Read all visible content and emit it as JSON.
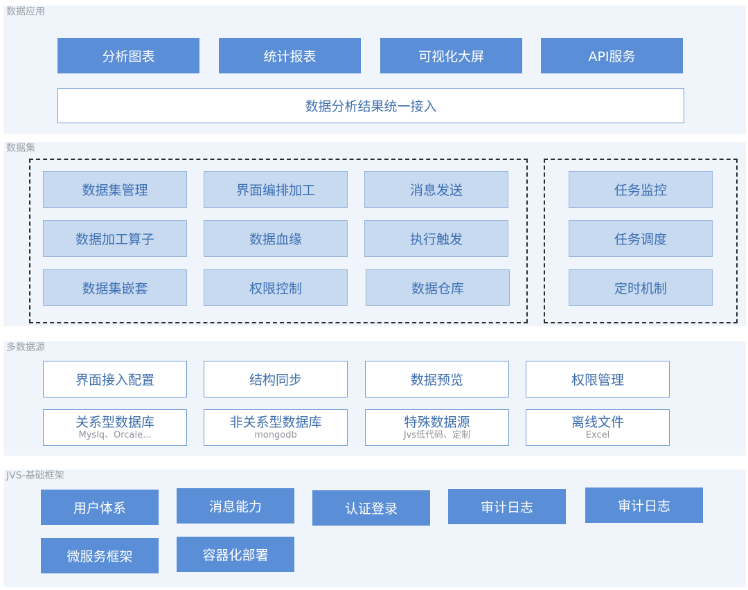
{
  "app": {
    "title": "数据应用",
    "items": [
      "分析图表",
      "统计报表",
      "可视化大屏",
      "API服务"
    ],
    "unified": "数据分析结果统一接入"
  },
  "dataset": {
    "title": "数据集",
    "grid": [
      [
        "数据集管理",
        "界面编排加工",
        "消息发送"
      ],
      [
        "数据加工算子",
        "数据血缘",
        "执行触发"
      ],
      [
        "数据集嵌套",
        "权限控制",
        "数据仓库"
      ]
    ],
    "tasks": [
      "任务监控",
      "任务调度",
      "定时机制"
    ]
  },
  "sources": {
    "title": "多数据源",
    "row1": [
      "界面接入配置",
      "结构同步",
      "数据预览",
      "权限管理"
    ],
    "row2": [
      {
        "main": "关系型数据库",
        "sub": "Myslq、Orcale..."
      },
      {
        "main": "非关系型数据库",
        "sub": "mongodb"
      },
      {
        "main": "特殊数据源",
        "sub": "Jvs低代码、定制"
      },
      {
        "main": "离线文件",
        "sub": "Excel"
      }
    ]
  },
  "base": {
    "title": "JVS-基础框架",
    "row1": [
      "用户体系",
      "消息能力",
      "认证登录",
      "审计日志",
      "审计日志"
    ],
    "row2": [
      "微服务框架",
      "容器化部署"
    ]
  },
  "colors": {
    "solid": "#5a8ed6",
    "light": "#c8daf0",
    "section_bg": "#eff5fb",
    "outline_text": "#3f6fae"
  }
}
